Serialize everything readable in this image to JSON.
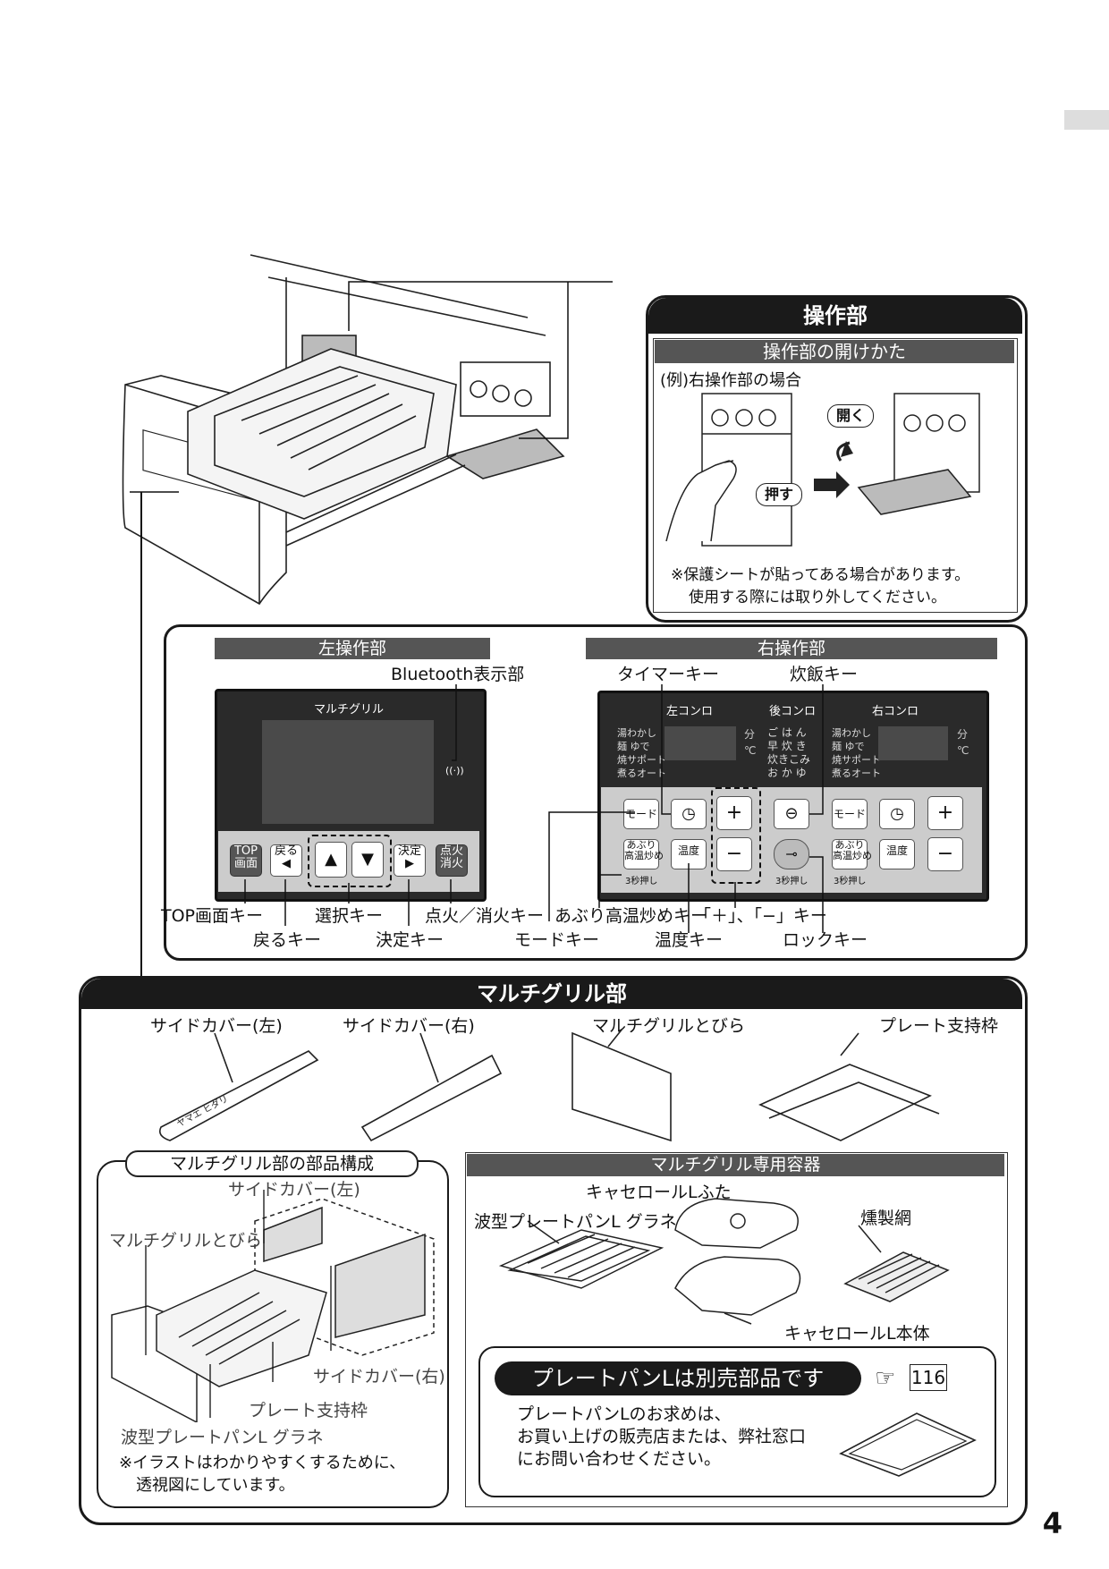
{
  "page_number": "4",
  "operation": {
    "title": "操作部",
    "open_title": "操作部の開けかた",
    "example": "(例)右操作部の場合",
    "push_label": "押す",
    "open_label": "開く",
    "note_line1": "※保護シートが貼ってある場合があります。",
    "note_line2": "使用する際には取り外してください。"
  },
  "left_panel": {
    "title": "左操作部",
    "screen_label": "マルチグリル",
    "bluetooth_label": "Bluetooth表示部",
    "bt_icon": "((·))",
    "keys": {
      "top": "TOP\n画面",
      "back": "戻る\n◀",
      "up": "▲",
      "down": "▼",
      "enter": "決定\n▶",
      "ignite": "点火\n消火"
    },
    "callouts": {
      "top_key": "TOP画面キー",
      "back_key": "戻るキー",
      "select_key": "選択キー",
      "enter_key": "決定キー",
      "ignite_key": "点火／消火キー"
    }
  },
  "right_panel": {
    "title": "右操作部",
    "timer_label": "タイマーキー",
    "rice_label": "炊飯キー",
    "zones": [
      "左コンロ",
      "後コンロ",
      "右コンロ"
    ],
    "left_modes": [
      "湯わかし",
      "麺 ゆで",
      "焼サポート",
      "煮るオート"
    ],
    "rear_modes": [
      "ご は ん",
      "早 炊 き",
      "炊きこみ",
      "お か ゆ"
    ],
    "right_modes": [
      "湯わかし",
      "麺 ゆで",
      "焼サポート",
      "煮るオート"
    ],
    "unit_min": "分",
    "unit_deg": "℃",
    "keys": {
      "mode": "モード",
      "plus": "+",
      "minus": "−",
      "aburi": "あぶり\n高温炒め",
      "temp": "温度",
      "three_sec": "3秒押し"
    },
    "callouts": {
      "aburi_key": "あぶり高温炒めキー",
      "mode_key": "モードキー",
      "plusminus_key": "「＋」、「−」キー",
      "temp_key": "温度キー",
      "lock_key": "ロックキー"
    }
  },
  "multigrill": {
    "title": "マルチグリル部",
    "parts_top": [
      "サイドカバー(左)",
      "サイドカバー(右)",
      "マルチグリルとびら",
      "プレート支持枠"
    ],
    "composition_title": "マルチグリル部の部品構成",
    "composition_labels": {
      "side_left": "サイドカバー(左)",
      "door": "マルチグリルとびら",
      "side_right": "サイドカバー(右)",
      "frame": "プレート支持枠",
      "plate": "波型プレートパンL グラネ"
    },
    "composition_note_1": "※イラストはわかりやすくするために、",
    "composition_note_2": "透視図にしています。",
    "container_title": "マルチグリル専用容器",
    "casserole_lid": "キャセロールLふた",
    "wave_plate": "波型プレートパンL グラネ",
    "smoke_net": "燻製網",
    "casserole_body": "キャセロールL本体",
    "sold_separately": "プレートパンLは別売部品です",
    "ref_page": "116",
    "purchase_1": "プレートパンLのお求めは、",
    "purchase_2": "お買い上げの販売店または、弊社窓口",
    "purchase_3": "にお問い合わせください。"
  }
}
